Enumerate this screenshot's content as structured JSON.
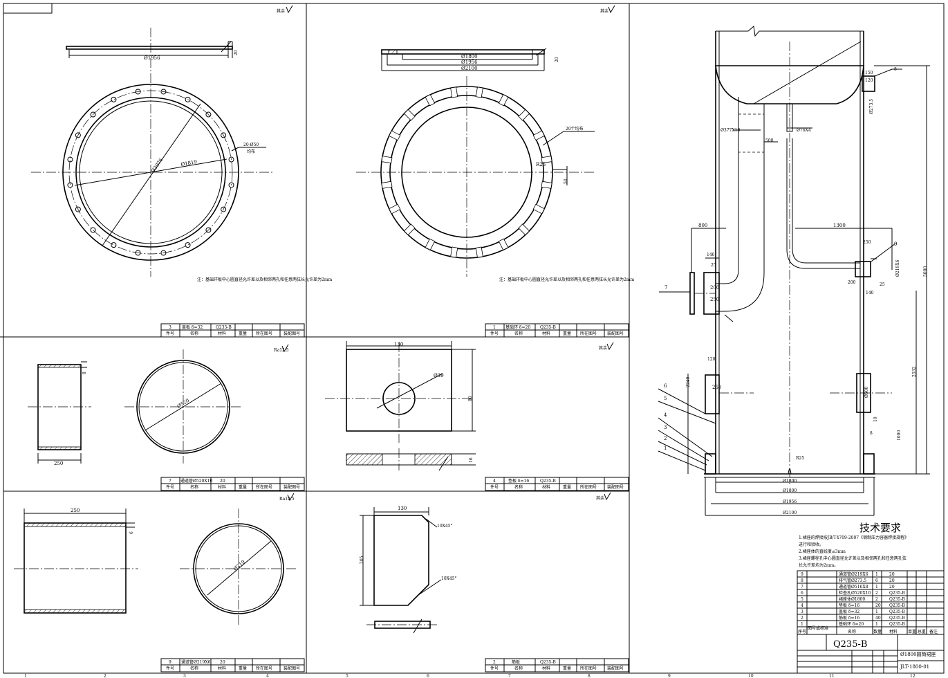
{
  "roughness_marks": {
    "p1": "其余",
    "p2": "其余",
    "p3": "Ra12.5",
    "p4": "其余",
    "p5": "Ra12.5",
    "p6": "其余"
  },
  "part1": {
    "dims": {
      "od": "Ø1956",
      "pcd": "Ø2076",
      "id": "Ø1819",
      "holes": "20-Ø50",
      "holes2": "均布",
      "thk": "20"
    },
    "note": "注：基础环板中心圆直径允许差以及相邻两孔和任意两弦长允许差为2mm"
  },
  "part2": {
    "dims": {
      "d1": "Ø1800",
      "d2": "Ø1956",
      "d3": "Ø2100",
      "thk": "20",
      "slots": "20个均布",
      "r": "R25",
      "w": "50"
    },
    "note": "注：基础环板中心圆直径允许差以及相邻两孔和任意两弦长允许差为2mm"
  },
  "part7": {
    "dims": {
      "len": "250",
      "dia": "Ø520",
      "t": "8"
    }
  },
  "part4": {
    "dims": {
      "w": "130",
      "h": "80",
      "hole": "Ø39",
      "t": "16"
    }
  },
  "part9": {
    "dims": {
      "len": "250",
      "dia": "Ø219",
      "t": "6"
    }
  },
  "part2b": {
    "dims": {
      "w": "130",
      "h": "205",
      "c1": "10X45°",
      "c2": "10X45°"
    }
  },
  "bom_headers": {
    "no": "件号",
    "name": "名称",
    "mat": "材料",
    "wt": "重量",
    "dwg": "所在图号",
    "asm": "装配图号"
  },
  "bom_rows": {
    "r1": {
      "no": "3",
      "name": "盖板 δ=32",
      "mat": "Q235-B"
    },
    "r2": {
      "no": "1",
      "name": "基础环 δ=20",
      "mat": "Q235-B"
    },
    "r3": {
      "no": "7",
      "name": "通道管Ø520X10",
      "mat": "20"
    },
    "r4": {
      "no": "4",
      "name": "垫板 δ=16",
      "mat": "Q235-B"
    },
    "r5": {
      "no": "9",
      "name": "通道管Ø219X6",
      "mat": "20"
    },
    "r6": {
      "no": "2",
      "name": "筋板",
      "mat": "Q235-B"
    }
  },
  "main": {
    "dims": {
      "d1": "Ø377X10",
      "d2": "Ø76X4",
      "d3": "500",
      "d4": "800",
      "d5": "1300",
      "d6": "140",
      "d7": "25",
      "d8": "200",
      "d9": "250",
      "d10": "250",
      "d11": "200",
      "d12": "Ø219X6",
      "d13": "25",
      "d14": "140",
      "d15": "5000",
      "d16": "2532",
      "d17": "120",
      "d18": "250",
      "d19": "Ø500",
      "d20": "10",
      "d21": "1000",
      "d22": "R25",
      "d23": "Ø1800",
      "d24": "Ø1800",
      "d25": "Ø1956",
      "d26": "Ø2100",
      "d27": "150",
      "d28": "120",
      "d29": "Ø273.5",
      "d30": "2240",
      "d31": "8"
    },
    "labels": {
      "n1": "1",
      "n2": "2",
      "n3": "3",
      "n4": "4",
      "n5": "5",
      "n6": "6",
      "n7": "7",
      "n8": "8",
      "n9": "9"
    }
  },
  "tech": {
    "title": "技术要求",
    "l1": "1.裙座的焊接按JB/T4709-2007《钢制压力容器焊接规程》",
    "l2": "进行和验收。",
    "l3": "2.裙座体的直线度≤3mm",
    "l4": "3.裙座螺栓孔中心圆直径允许差以及相邻两孔和任意两孔弦",
    "l5": "长允许差均为2mm。"
  },
  "main_bom": {
    "rows": [
      {
        "no": "9",
        "name": "通道管Ø219X6",
        "qty": "1",
        "mat": "20"
      },
      {
        "no": "8",
        "name": "排气管Ø273.5",
        "qty": "6",
        "mat": "20"
      },
      {
        "no": "7",
        "name": "通道管Ø516X8",
        "qty": "1",
        "mat": "20"
      },
      {
        "no": "6",
        "name": "检查孔Ø520X10",
        "qty": "2",
        "mat": "Q235-B"
      },
      {
        "no": "5",
        "name": "裙座体Ø1800",
        "qty": "2",
        "mat": "Q235-B"
      },
      {
        "no": "4",
        "name": "垫板 δ=16",
        "qty": "20",
        "mat": "Q235-B"
      },
      {
        "no": "3",
        "name": "盖板 δ=32",
        "qty": "1",
        "mat": "Q235-B"
      },
      {
        "no": "2",
        "name": "筋板 δ=16",
        "qty": "40",
        "mat": "Q235-B"
      },
      {
        "no": "1",
        "name": "基础环 δ=20",
        "qty": "1",
        "mat": "Q235-B"
      }
    ],
    "hdr": {
      "no": "序号",
      "code": "图号或标准",
      "name": "名称",
      "qty": "数量",
      "mat": "材料",
      "wt": "单重 总重",
      "note": "备注"
    },
    "material": "Q235-B",
    "drawing_title": "Ø1800圆筒裙座",
    "drawing_no": "JLT-1800-01"
  },
  "border": {
    "b1": "1",
    "b2": "2",
    "b3": "3",
    "b4": "4",
    "b5": "5",
    "b6": "6",
    "b7": "7",
    "b8": "8",
    "b9": "9",
    "b10": "10",
    "b11": "11",
    "b12": "12"
  }
}
